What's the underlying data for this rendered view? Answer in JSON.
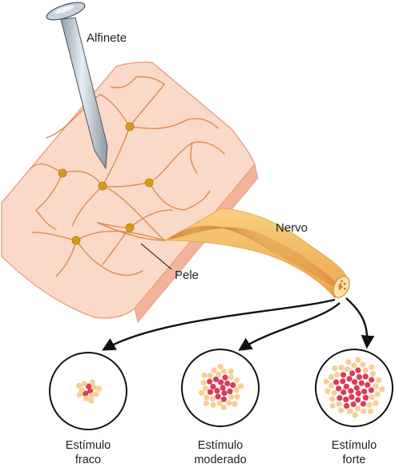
{
  "labels": {
    "pin": "Alfinete",
    "nerve": "Nervo",
    "skin": "Pele"
  },
  "stimuli": [
    {
      "line1": "Estímulo",
      "line2": "fraco",
      "active_fibers": 3,
      "total_fibers": 14
    },
    {
      "line1": "Estímulo",
      "line2": "moderado",
      "active_fibers": 14,
      "total_fibers": 38
    },
    {
      "line1": "Estímulo",
      "line2": "forte",
      "active_fibers": 28,
      "total_fibers": 60
    }
  ],
  "colors": {
    "skin_fill": "#fbd9c8",
    "skin_edge": "#e8a58a",
    "nerve_fiber": "#d9874a",
    "nerve_bundle": "#f3b865",
    "receptor": "#d79a1e",
    "inactive_fiber": "#f7cf95",
    "active_fiber": "#dc3a55",
    "pin_metal": "#b8c3cf",
    "outline": "#111111"
  }
}
